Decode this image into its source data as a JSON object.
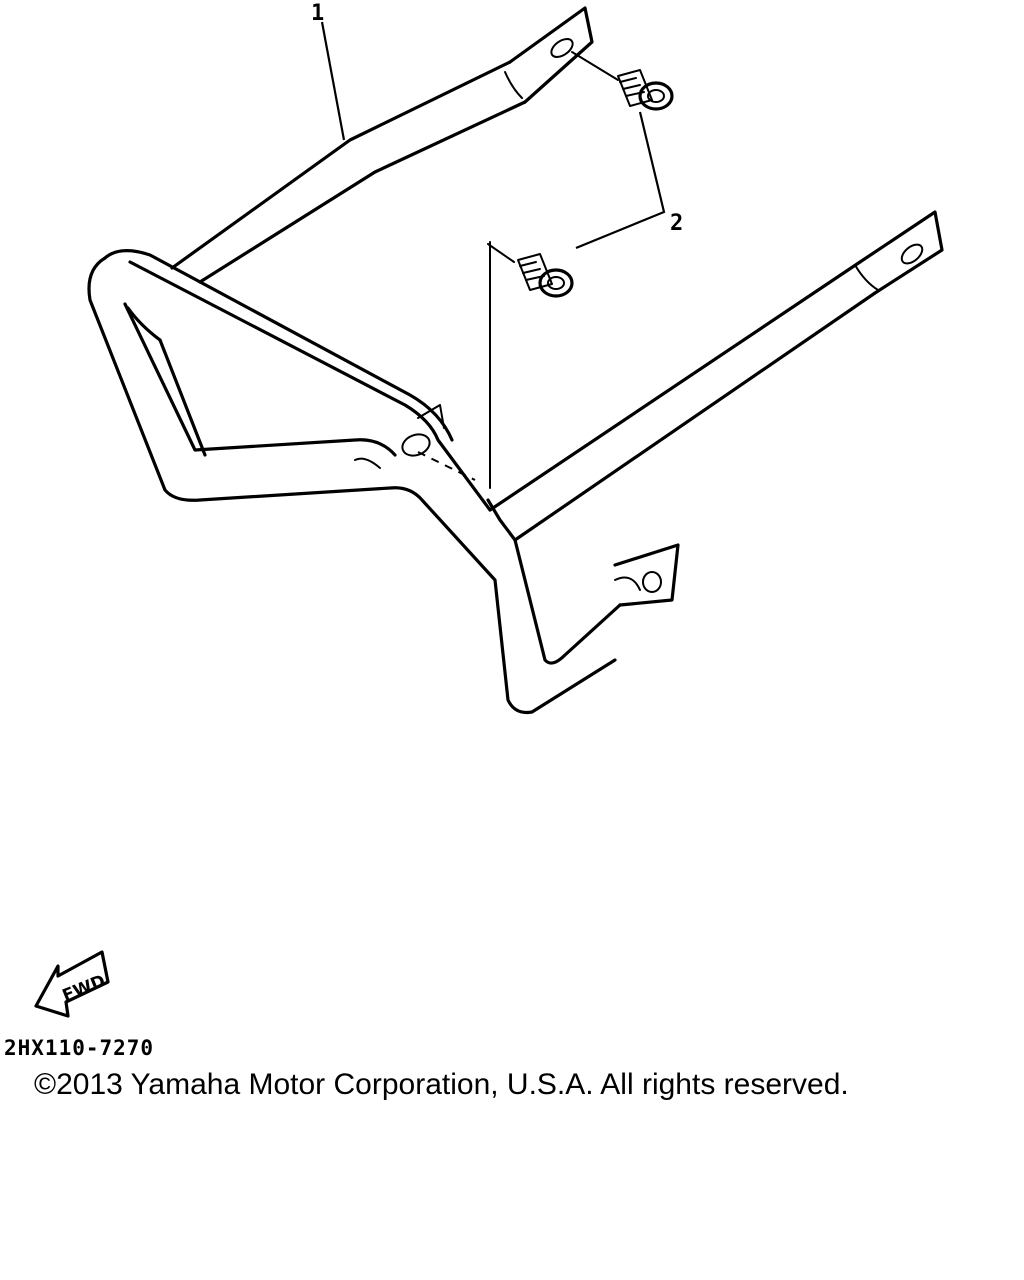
{
  "diagram": {
    "callouts": [
      "1",
      "2"
    ],
    "forward_label": "FWD",
    "code": "2HX110-7270"
  },
  "footer": {
    "copyright": "©2013 Yamaha Motor Corporation, U.S.A. All rights reserved."
  }
}
